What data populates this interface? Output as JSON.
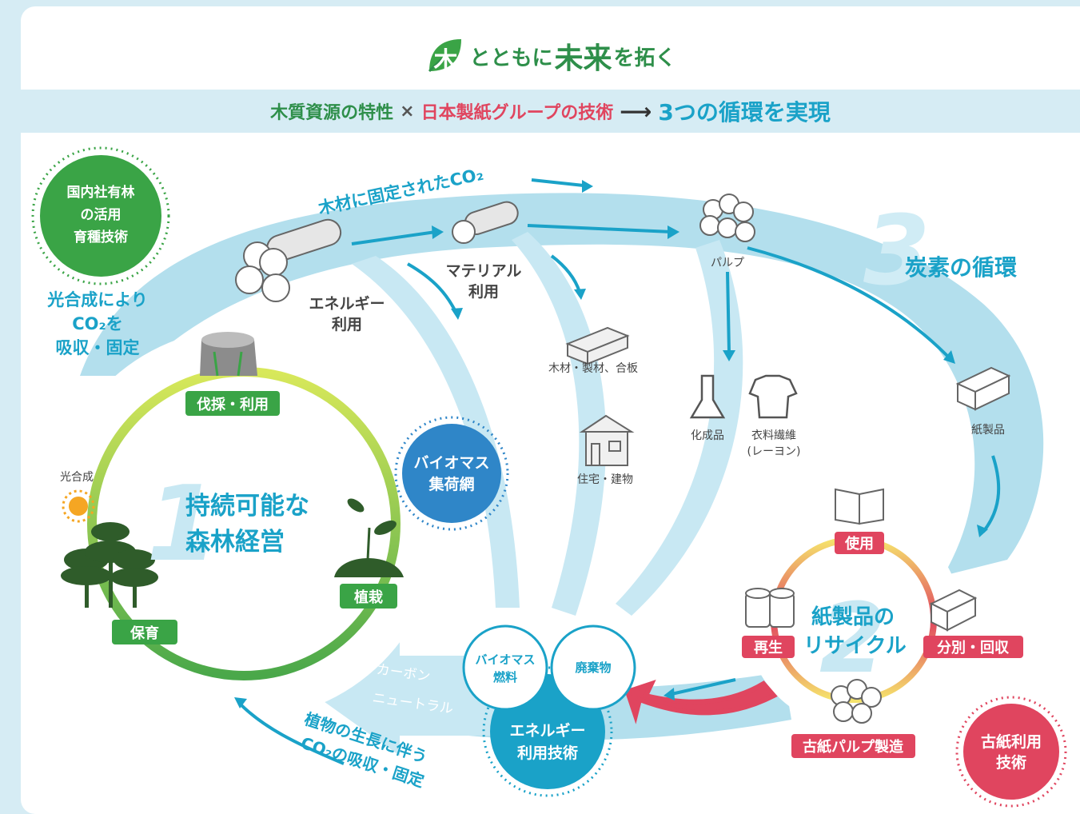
{
  "title": {
    "leaf_char": "木",
    "part1": "とともに",
    "part2": "未来",
    "part3": "を拓く"
  },
  "subtitle": {
    "resource": "木質資源の特性",
    "times": "×",
    "tech": "日本製紙グループの技術",
    "arrow": "⟶",
    "result": "3つの循環を実現"
  },
  "forest_badge": [
    "国内社有林",
    "の活用",
    "育種技術"
  ],
  "photosynthesis_label": [
    "光合成により",
    "CO₂を",
    "吸収・固定"
  ],
  "wood_co2_label": "木材に固定されたCO₂",
  "energy_use_label": [
    "エネルギー",
    "利用"
  ],
  "material_use_label": [
    "マテリアル",
    "利用"
  ],
  "pulp_label": "パルプ",
  "lumber_label": "木材・製材、合板",
  "housing_label": "住宅・建物",
  "chemical_label": "化成品",
  "clothing_label": [
    "衣料繊維",
    "(レーヨン)"
  ],
  "paper_products_label": "紙製品",
  "carbon_cycle": {
    "number": "3",
    "label": "炭素の循環"
  },
  "forest_cycle": {
    "number": "1",
    "title": [
      "持続可能な",
      "森林経営"
    ],
    "harvest": "伐採・利用",
    "planting": "植栽",
    "nurture": "保育",
    "sun_label": "光合成"
  },
  "biomass_network": [
    "バイオマス",
    "集荷網"
  ],
  "recycle_cycle": {
    "number": "2",
    "title": [
      "紙製品の",
      "リサイクル"
    ],
    "use": "使用",
    "sort": "分別・回収",
    "pulp_manufacture": "古紙パルプ製造",
    "regenerate": "再生"
  },
  "carbon_neutral": [
    "カーボン",
    "ニュートラル"
  ],
  "biomass_fuel": [
    "バイオマス",
    "燃料"
  ],
  "waste": "廃棄物",
  "energy_tech": [
    "エネルギー",
    "利用技術"
  ],
  "wastepaper_tech": [
    "古紙利用",
    "技術"
  ],
  "growth_label": [
    "植物の生長に伴う",
    "CO₂の吸収・固定"
  ],
  "colors": {
    "green": "#2e8f4a",
    "badge_green": "#3aa446",
    "teal": "#1aa2c8",
    "light_blue": "#b3dfed",
    "pink": "#e0455f",
    "biomass_blue": "#2f86c8"
  }
}
